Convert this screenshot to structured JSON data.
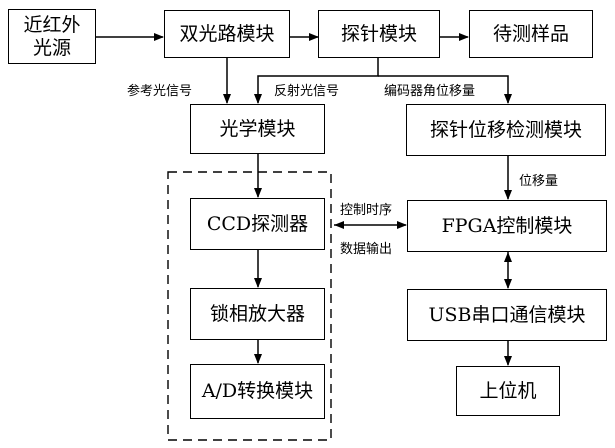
{
  "nodes": {
    "nir_source": {
      "line1": "近红外",
      "line2": "光源"
    },
    "dual_path": "双光路模块",
    "probe": "探针模块",
    "sample": "待测样品",
    "optics": "光学模块",
    "probe_displacement": "探针位移检测模块",
    "ccd": "CCD探测器",
    "lockin": "锁相放大器",
    "adc": "A/D转换模块",
    "fpga": "FPGA控制模块",
    "usb": "USB串口通信模块",
    "host": "上位机"
  },
  "edge_labels": {
    "reference_signal": "参考光信号",
    "reflected_signal": "反射光信号",
    "encoder_angle": "编码器角位移量",
    "displacement": "位移量",
    "timing_control": "控制时序",
    "data_output": "数据输出"
  }
}
